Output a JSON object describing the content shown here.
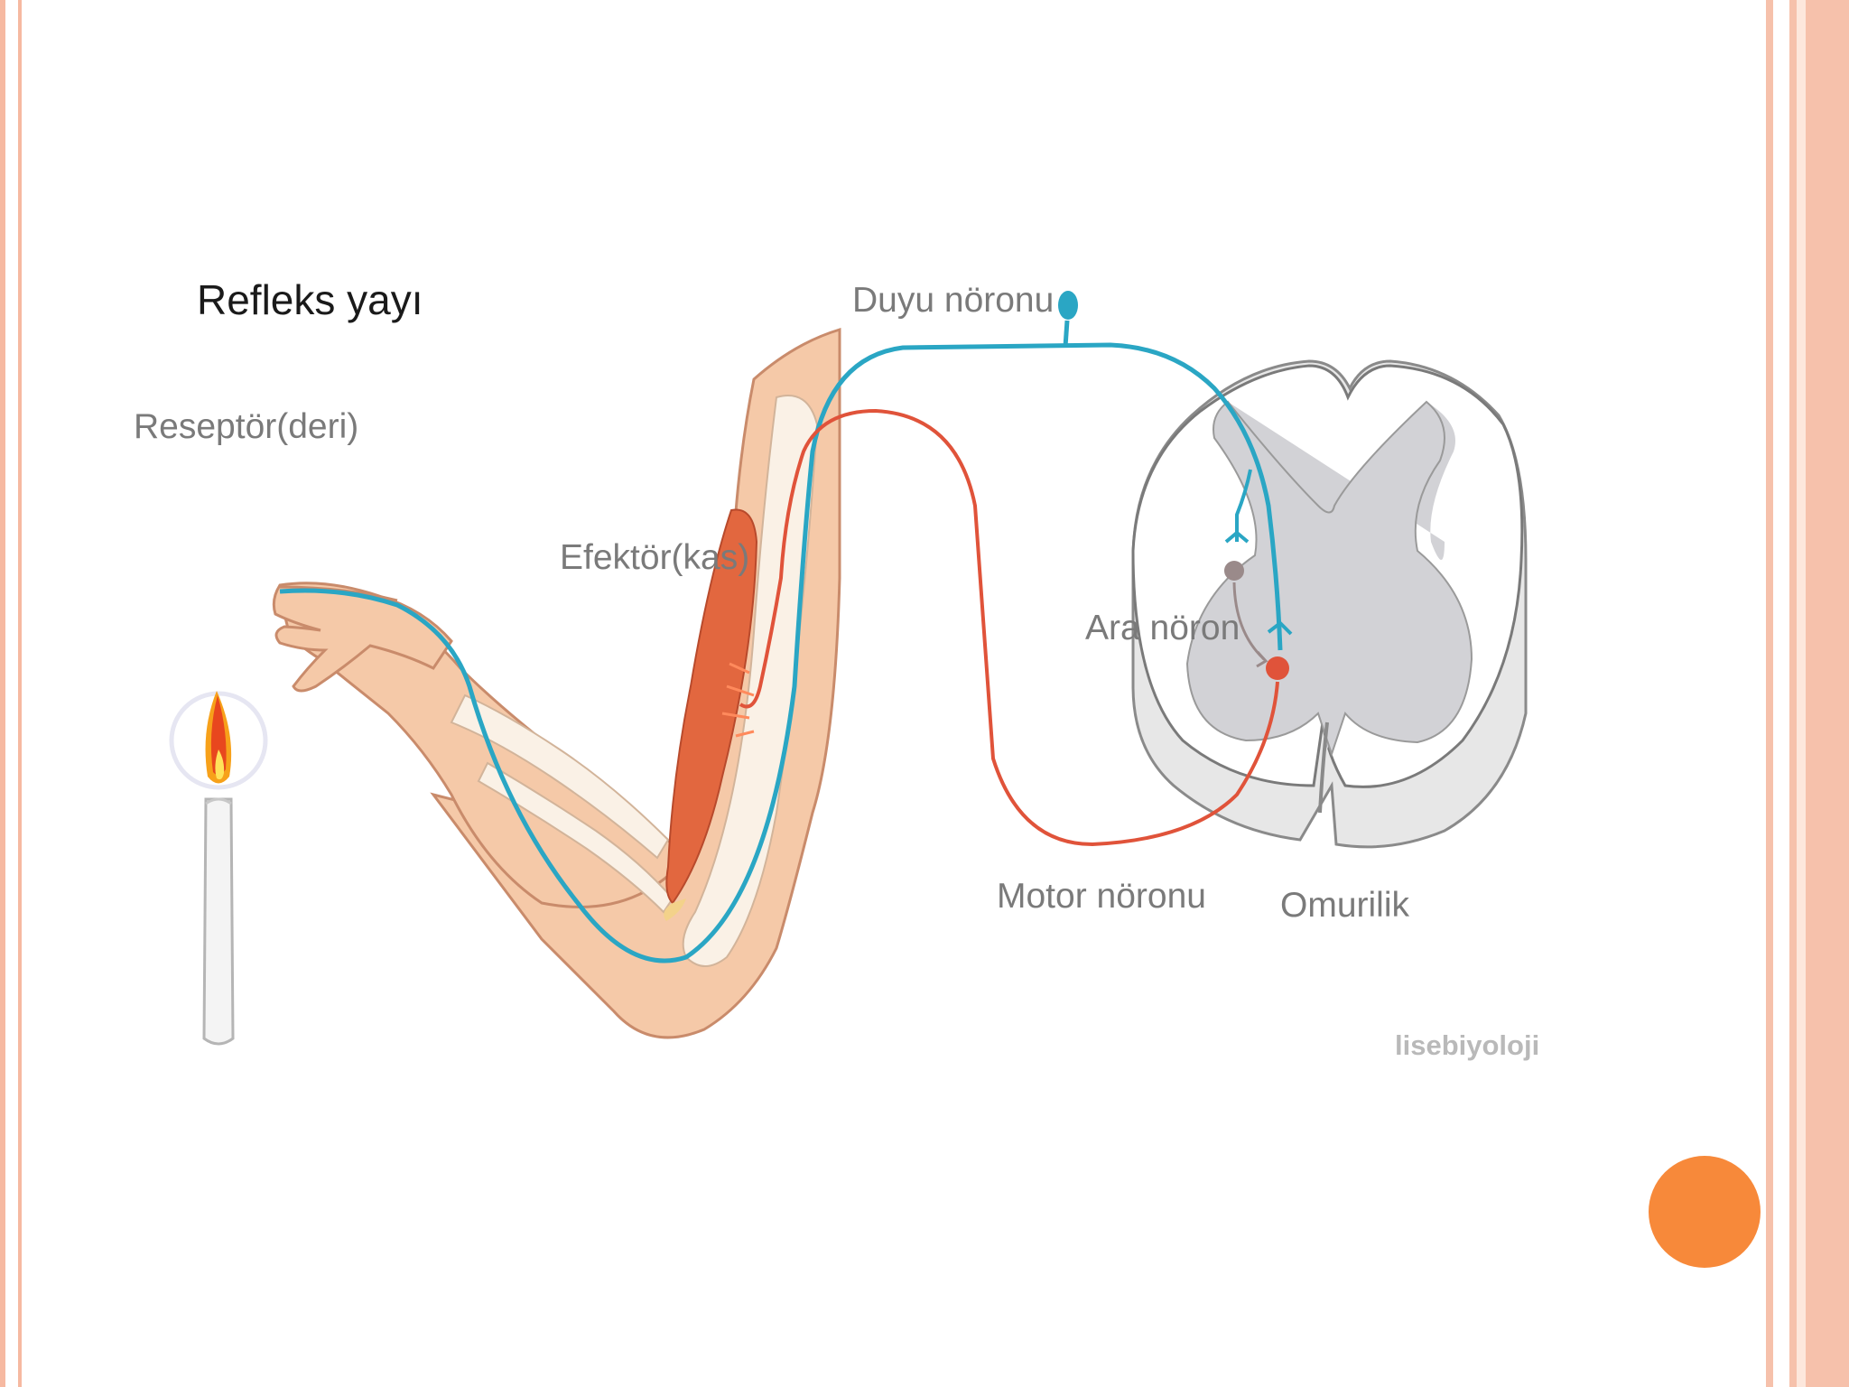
{
  "diagram": {
    "title": "Refleks yayı",
    "labels": {
      "receptor": "Reseptör(deri)",
      "effector": "Efektör(kas)",
      "sensory_neuron": "Duyu nöronu",
      "interneuron": "Ara nöron",
      "motor_neuron": "Motor nöronu",
      "spinal_cord": "Omurilik"
    },
    "credit": "lisebiyoloji"
  },
  "colors": {
    "sensory_neuron": "#2aa6c4",
    "motor_neuron": "#e0533a",
    "interneuron": "#9a8a8a",
    "skin": "#f5c9a8",
    "muscle": "#e2673f",
    "grey_matter": "#d2d2d6",
    "frame": "#f6b9a1",
    "accent": "#f7893a"
  },
  "icons": [
    "candle-icon",
    "flame-icon",
    "arm-illustration",
    "spinal-cord-cross-section"
  ]
}
